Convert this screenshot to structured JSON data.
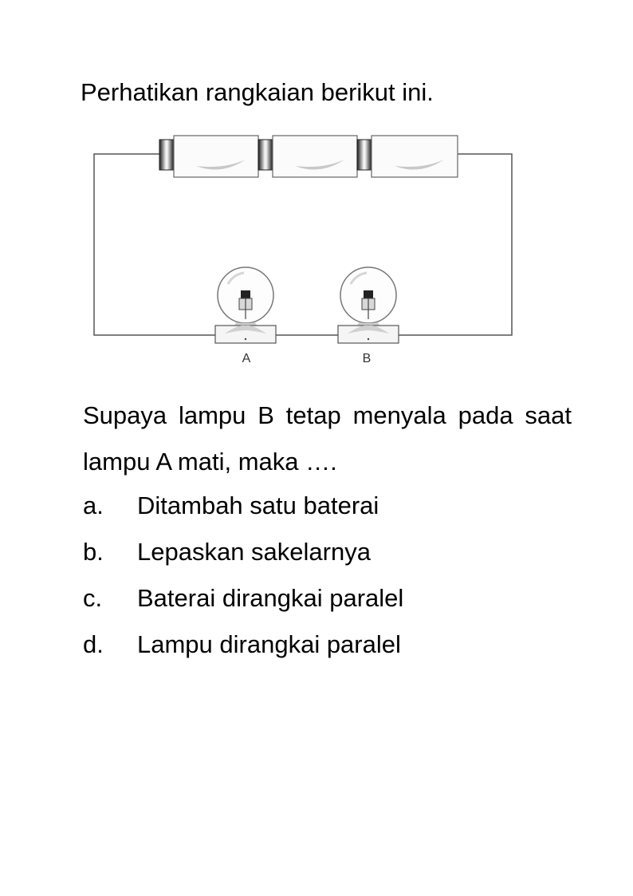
{
  "intro": "Perhatikan rangkaian berikut ini.",
  "diagram": {
    "lamp_labels": [
      "A",
      "B"
    ]
  },
  "question": "Supaya lampu B tetap menyala pada saat lampu A mati, maka ….",
  "options": [
    {
      "letter": "a.",
      "text": "Ditambah satu baterai"
    },
    {
      "letter": "b.",
      "text": "Lepaskan sakelarnya"
    },
    {
      "letter": "c.",
      "text": "Baterai dirangkai paralel"
    },
    {
      "letter": "d.",
      "text": "Lampu dirangkai paralel"
    }
  ]
}
